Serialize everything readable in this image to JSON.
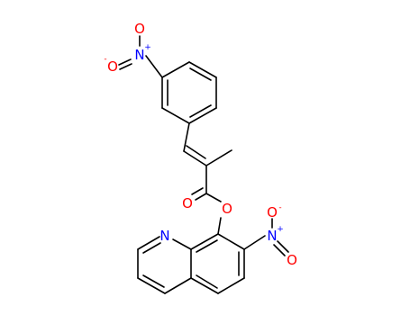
{
  "molecule": {
    "atoms": {
      "no2_top_O1": "O",
      "no2_top_N": "N",
      "no2_top_O2": "O",
      "ester_O_double": "O",
      "ester_O_single": "O",
      "quinoline_N": "N",
      "no2_q_N": "N",
      "no2_q_O1": "O",
      "no2_q_O2": "O"
    },
    "charges": {
      "plus": "+",
      "minus": "-"
    },
    "colors": {
      "bond": "#000000",
      "oxygen": "#ff0000",
      "nitrogen": "#0000ff"
    }
  }
}
